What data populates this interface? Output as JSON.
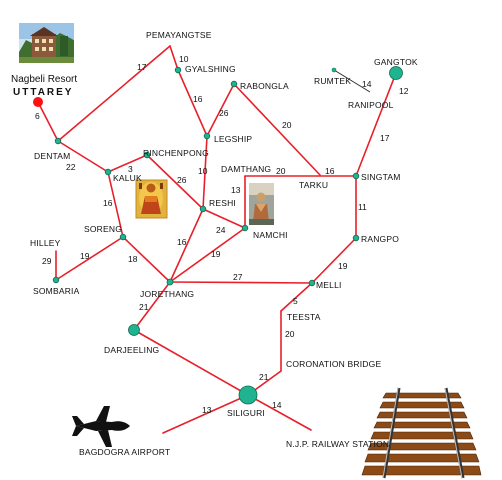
{
  "resort": {
    "name": "Nagbeli Resort",
    "location": "UTTAREY"
  },
  "places": {
    "pemayangtse": "PEMAYANGTSE",
    "gyalshing": "GYALSHING",
    "rabongla": "RABONGLA",
    "rumtek": "RUMTEK",
    "gangtok": "GANGTOK",
    "ranipool": "RANIPOOL",
    "dentam": "DENTAM",
    "legship": "LEGSHIP",
    "rinchenpong": "RINCHENPONG",
    "kaluk": "KALUK",
    "damthang": "DAMTHANG",
    "tarku": "TARKU",
    "singtam": "SINGTAM",
    "reshi": "RESHI",
    "soreng": "SORENG",
    "namchi": "NAMCHI",
    "rangpo": "RANGPO",
    "hilley": "HILLEY",
    "sombaria": "SOMBARIA",
    "jorethang": "JORETHANG",
    "melli": "MELLI",
    "teesta": "TEESTA",
    "darjeeling": "DARJEELING",
    "coronation_bridge": "CORONATION BRIDGE",
    "siliguri": "SILIGURI",
    "bagdogra_airport": "BAGDOGRA AIRPORT",
    "njp_station": "N.J.P. RAILWAY STATION"
  },
  "distances": {
    "uttarey_dentam": "6",
    "dentam_pemayangtse": "17",
    "pemayangtse_gyalshing": "10",
    "gyalshing_legship": "16",
    "rabongla_legship": "26",
    "rabongla_tarku": "20",
    "rumtek_ranipool": "14",
    "gangtok_ranipool": "12",
    "ranipool_singtam": "17",
    "dentam_kaluk": "22",
    "kaluk_rinchenpong": "3",
    "legship_reshi": "10",
    "rinchenpong_reshi": "26",
    "damthang_namchi": "13",
    "damthang_tarku": "20",
    "tarku_singtam": "16",
    "kaluk_soreng": "16",
    "singtam_rangpo": "11",
    "reshi_namchi": "24",
    "reshi_jorethang": "16",
    "hilley_sombaria": "29",
    "soreng_sombaria": "19",
    "soreng_jorethang": "18",
    "namchi_jorethang": "19",
    "rangpo_melli": "19",
    "jorethang_melli": "27",
    "melli_teesta": "5",
    "jorethang_darjeeling": "21",
    "teesta_coronation": "20",
    "coronation_siliguri": "21",
    "siliguri_bagdogra": "13",
    "siliguri_njp": "14"
  },
  "colors": {
    "road": "#e8202a",
    "node_fill": "#1fb38f",
    "node_stroke": "#0d6b52",
    "resort_marker": "#ff1010",
    "rumtek_line": "#222222"
  },
  "icons": {
    "resort_photo": "resort-photo-icon",
    "kaluk_statue": "kaluk-statue-icon",
    "namchi_statue": "namchi-statue-icon",
    "airplane": "airplane-icon",
    "railway_track": "railway-track-icon"
  }
}
